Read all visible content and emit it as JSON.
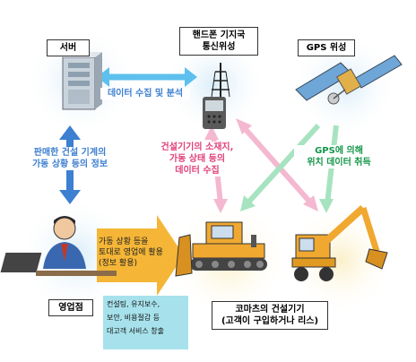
{
  "nodes": {
    "server": {
      "label": "서버"
    },
    "phone": {
      "label_line1": "핸드폰 기지국",
      "label_line2": "통신위성"
    },
    "gps": {
      "label": "GPS 위성"
    },
    "sales": {
      "label": "영업점"
    },
    "machines": {
      "label_line1": "코마츠의 건설기기",
      "label_line2": "(고객이 구입하거나 리스)"
    }
  },
  "flows": {
    "data_collect": "데이터 수집 및 분석",
    "operation_info": {
      "line1": "판매한 건설 기계의",
      "line2": "가동 상황 등의 정보"
    },
    "machine_data": {
      "line1": "건설기기의 소재지,",
      "line2": "가동 상태 등의",
      "line3": "데이터 수집"
    },
    "gps_data": {
      "line1": "GPS에 의해",
      "line2": "위치 데이터 취득"
    },
    "sales_use": {
      "line1": "가동 상황 등을",
      "line2": "토대로 영업에 활용",
      "line3": "(정보 활용)"
    }
  },
  "services": {
    "line1": "컨설팅, 유지보수,",
    "line2": "보안, 비용절감 등",
    "line3": "대고객 서비스 창출"
  },
  "colors": {
    "pink": "#f4b8d0",
    "blue": "#3d7fd0",
    "light_blue": "#5dc0ee",
    "green": "#a7e3c0",
    "orange": "#f5b637",
    "service_bg": "#a7e2ec"
  }
}
